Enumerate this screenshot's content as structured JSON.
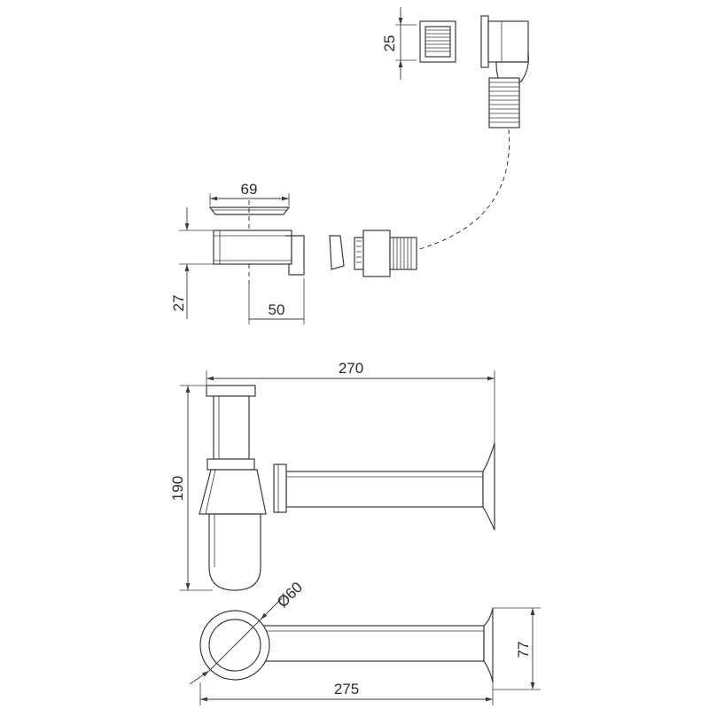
{
  "drawing": {
    "colors": {
      "line": "#3a3a3a",
      "background": "#ffffff"
    },
    "dimensions": {
      "pop_up_waste_height": "25",
      "waste_diameter": "69",
      "waste_height": "27",
      "waste_offset": "50",
      "trap_length": "270",
      "trap_height": "190",
      "trap_diameter": "Ø60",
      "plan_length": "275",
      "plan_depth": "77"
    }
  }
}
